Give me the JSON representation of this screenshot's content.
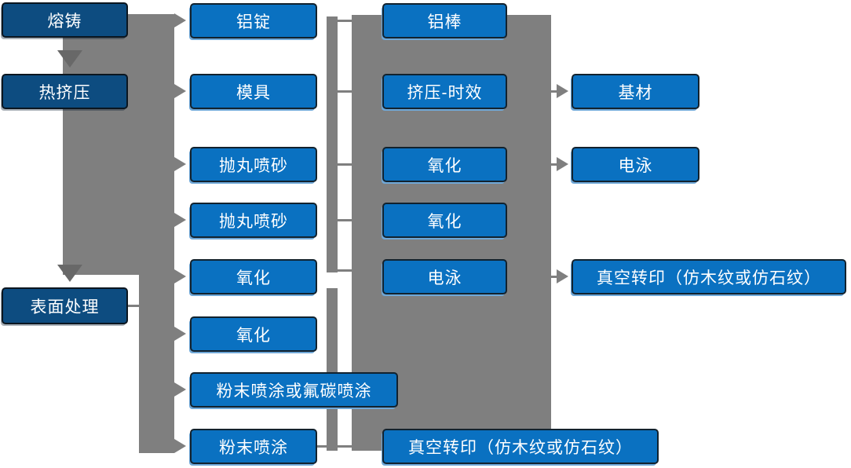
{
  "diagram": {
    "type": "process-flowchart",
    "language": "zh-CN",
    "colors": {
      "stage_node_fill": "#0d4c80",
      "process_node_fill": "#0a71c1",
      "node_border": "#12222e",
      "node_text": "#ffffff",
      "connector_gray": "#7f7f7f",
      "down_arrow_gray": "#686868",
      "node_shadow_blue": "#6fa8d8",
      "background": "#ffffff"
    },
    "columns": {
      "stages": {
        "items": [
          {
            "label": "熔铸"
          },
          {
            "label": "热挤压"
          },
          {
            "label": "表面处理"
          }
        ]
      },
      "process1": {
        "items": [
          {
            "label": "铝锭"
          },
          {
            "label": "模具"
          },
          {
            "label": "抛丸喷砂"
          },
          {
            "label": "抛丸喷砂"
          },
          {
            "label": "氧化"
          },
          {
            "label": "氧化"
          },
          {
            "label": "粉末喷涂或氟碳喷涂"
          },
          {
            "label": "粉末喷涂"
          }
        ]
      },
      "process2": {
        "items": [
          {
            "label": "铝棒"
          },
          {
            "label": "挤压-时效"
          },
          {
            "label": "氧化"
          },
          {
            "label": "氧化"
          },
          {
            "label": "电泳"
          },
          {
            "label": "真空转印（仿木纹或仿石纹）"
          }
        ]
      },
      "process3": {
        "items": [
          {
            "label": "基材"
          },
          {
            "label": "电泳"
          },
          {
            "label": "真空转印（仿木纹或仿石纹）"
          }
        ]
      }
    }
  }
}
